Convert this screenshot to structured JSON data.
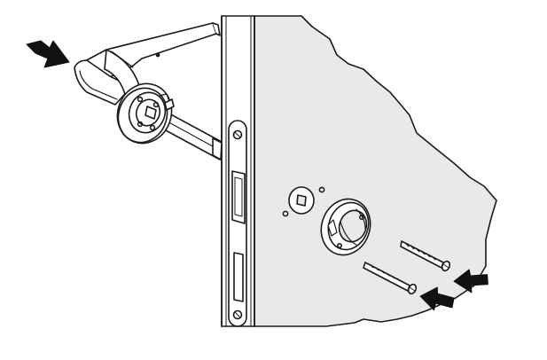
{
  "figure": {
    "kind": "assembly-instruction",
    "colors": {
      "stroke": "#1a1a1a",
      "wall_fill": "#e9e9e9",
      "door_edge_fill": "#ffffff",
      "metal_fill": "#ffffff",
      "arrow_fill": "#111111"
    },
    "parts": [
      {
        "name": "door-handle",
        "icon": "lever-handle-icon"
      },
      {
        "name": "rose-front",
        "icon": "rose-icon"
      },
      {
        "name": "square-spindle",
        "icon": "spindle-icon"
      },
      {
        "name": "door-edge-faceplate",
        "icon": "faceplate-icon"
      },
      {
        "name": "spindle-hole",
        "icon": "square-hole-icon"
      },
      {
        "name": "rose-back",
        "icon": "rose-icon"
      },
      {
        "name": "screw-upper",
        "icon": "screw-icon"
      },
      {
        "name": "screw-lower",
        "icon": "screw-icon"
      }
    ],
    "arrows": [
      {
        "name": "arrow-handle",
        "icon": "arrow-right-icon"
      },
      {
        "name": "arrow-screw-upper",
        "icon": "arrow-left-icon"
      },
      {
        "name": "arrow-screw-lower",
        "icon": "arrow-left-icon"
      }
    ]
  }
}
